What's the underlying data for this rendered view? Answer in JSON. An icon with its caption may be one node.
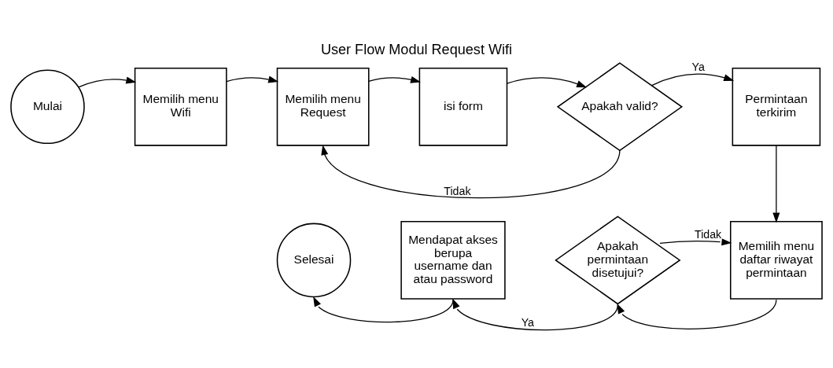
{
  "diagram": {
    "title": "User Flow Modul Request Wifi",
    "nodes": [
      {
        "text": [
          "Mulai"
        ]
      },
      {
        "text": [
          "Memilih menu Wifi"
        ]
      },
      {
        "text": [
          "Memilih menu Request"
        ]
      },
      {
        "text": [
          "isi form"
        ]
      },
      {
        "text": [
          "Apakah valid?"
        ]
      },
      {
        "text": [
          "Permintaan terkirim"
        ]
      },
      {
        "text": [
          "Memilih menu daftar riwayat permintaan"
        ]
      },
      {
        "text": [
          "Apakah permintaan disetujui?"
        ]
      },
      {
        "text": [
          "Mendapat akses berupa username dan atau password"
        ]
      },
      {
        "text": [
          "Selesai"
        ]
      }
    ],
    "edges": [
      {
        "from": 0,
        "to": 1,
        "arrow": "to"
      },
      {
        "from": 1,
        "to": 2,
        "arrow": "to"
      },
      {
        "from": 2,
        "to": 3,
        "arrow": "to"
      },
      {
        "from": 3,
        "to": 4,
        "arrow": "to"
      },
      {
        "from": 4,
        "to": 5,
        "arrow": "to",
        "label": "Ya"
      },
      {
        "from": 4,
        "to": 2,
        "arrow": "to",
        "label": "Tidak"
      },
      {
        "from": 5,
        "to": 6,
        "arrow": "to"
      },
      {
        "from": 6,
        "to": 7,
        "arrow": "to"
      },
      {
        "from": 7,
        "to": 8,
        "arrow": "to",
        "label": "Ya"
      },
      {
        "from": 7,
        "to": 6,
        "arrow": "to",
        "label": "Tidak"
      },
      {
        "from": 8,
        "to": 9,
        "arrow": "to"
      }
    ]
  }
}
